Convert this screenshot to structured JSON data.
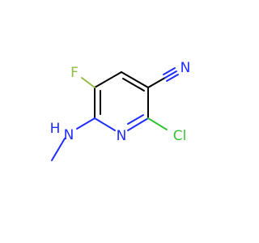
{
  "molecule": {
    "atoms": {
      "fluorine": "F",
      "nitrile_nitrogen": "N",
      "ring_nitrogen": "N",
      "chlorine": "Cl",
      "amine_nitrogen": "N",
      "amine_hydrogen": "H"
    },
    "colors": {
      "carbon_bond": "#000000",
      "fluorine": "#8fbd3f",
      "nitrogen": "#1f2dff",
      "chlorine": "#35c335"
    }
  }
}
